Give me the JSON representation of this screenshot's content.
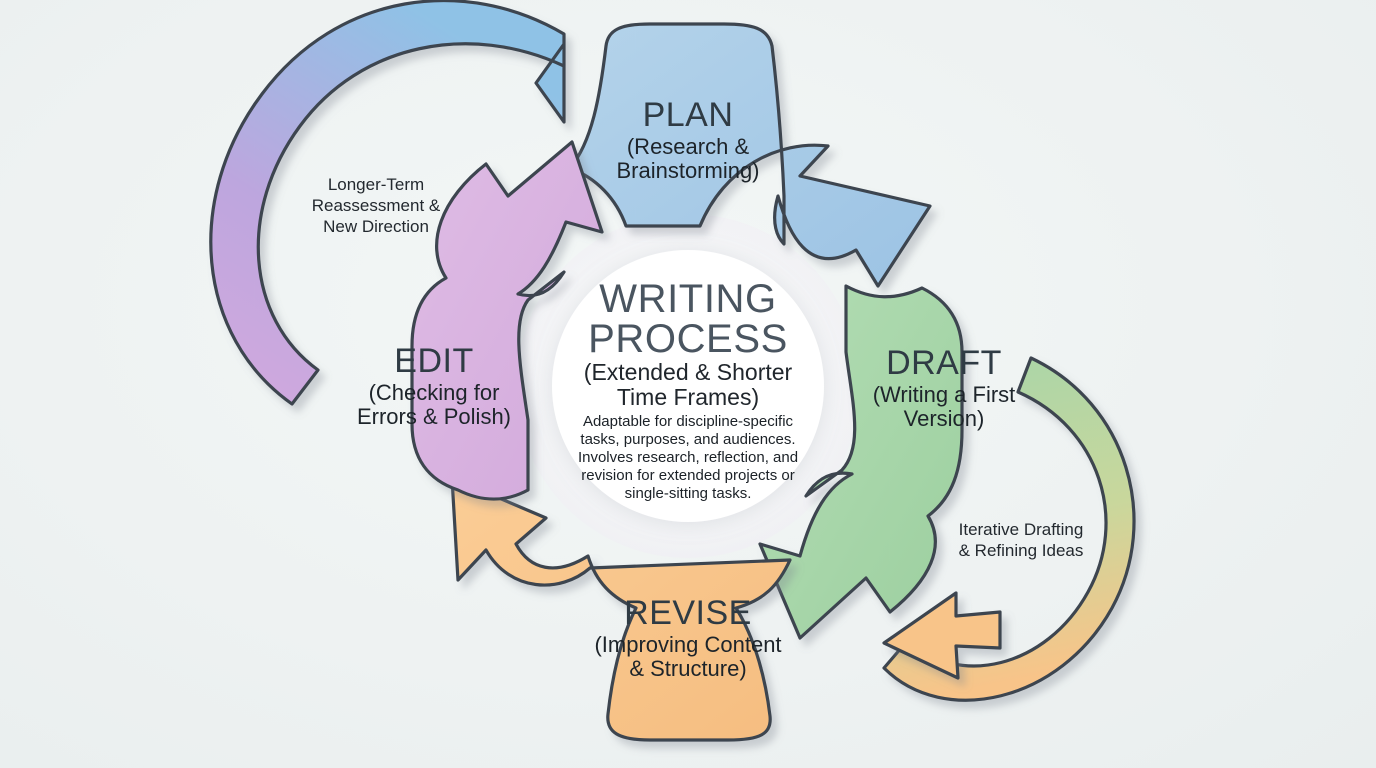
{
  "diagram": {
    "title": "WRITING PROCESS",
    "background_color": "#eef2f2"
  },
  "hub": {
    "name": "writing-process-hub",
    "title_line1": "WRITING",
    "title_line2": "PROCESS",
    "subtitle_line1": "(Extended & Shorter",
    "subtitle_line2": "Time Frames)",
    "body_lines": [
      "Adaptable for discipline-specific",
      "tasks, purposes, and audiences.",
      "Involves research, reflection, and",
      "revision for extended projects or",
      "single-sitting tasks."
    ],
    "fill": "#ffffff"
  },
  "stages": [
    {
      "id": "plan",
      "title": "PLAN",
      "sub_line1": "(Research &",
      "sub_line2": "Brainstorming)",
      "fill": "#a8cbe8",
      "title_color": "#2f3b44"
    },
    {
      "id": "draft",
      "title": "DRAFT",
      "sub_line1": "(Writing a First",
      "sub_line2": "Version)",
      "fill": "#a7d6a9",
      "title_color": "#22402a"
    },
    {
      "id": "revise",
      "title": "REVISE",
      "sub_line1": "(Improving Content",
      "sub_line2": "& Structure)",
      "fill": "#f7c489",
      "title_color": "#3b2a18"
    },
    {
      "id": "edit",
      "title": "EDIT",
      "sub_line1": "(Checking for",
      "sub_line2": "Errors & Polish)",
      "fill": "#d9b3e0",
      "title_color": "#31183a"
    }
  ],
  "outer_loops": [
    {
      "id": "left-loop",
      "label_line1": "Longer-Term",
      "label_line2": "Reassessment &",
      "label_line3": "New Direction",
      "gradient_from": "#c9a5d9",
      "gradient_to": "#8fbde0"
    },
    {
      "id": "right-loop",
      "label_line1": "Iterative Drafting",
      "label_line2": "& Refining Ideas",
      "gradient_from": "#a7d6a9",
      "gradient_to": "#f7c489"
    }
  ],
  "colors": {
    "outline": "#3c4550",
    "plan": "#a8cbe8",
    "draft": "#a7d6a9",
    "revise": "#f7c489",
    "edit": "#d9b3e0",
    "hub": "#ffffff",
    "background": "#eef2f2"
  }
}
